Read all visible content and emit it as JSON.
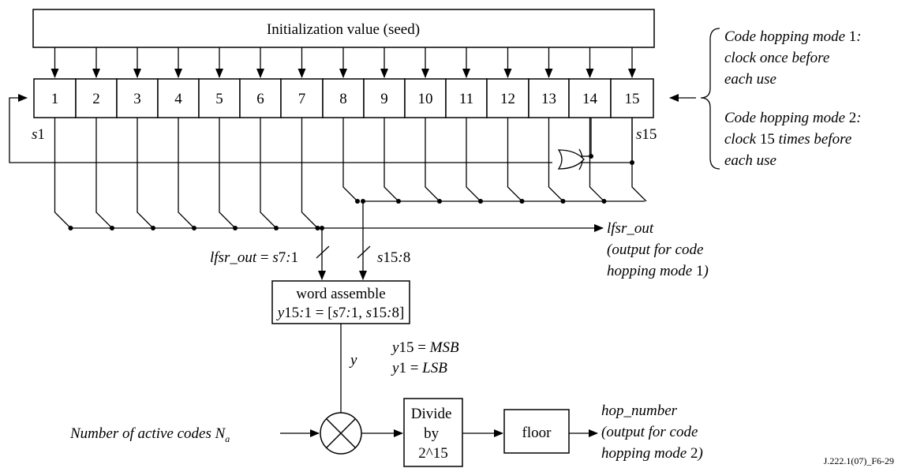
{
  "seed_label": "Initialization value (seed)",
  "cells": [
    "1",
    "2",
    "3",
    "4",
    "5",
    "6",
    "7",
    "8",
    "9",
    "10",
    "11",
    "12",
    "13",
    "14",
    "15"
  ],
  "s1": {
    "base": "s",
    "num": "1"
  },
  "s15": {
    "base": "s",
    "num": "15"
  },
  "mode1": {
    "l1a": "Code hopping mode ",
    "l1b": "1",
    "l1c": ":",
    "l2": "clock once before",
    "l3": "each use"
  },
  "mode2": {
    "l1a": "Code hopping mode ",
    "l1b": "2",
    "l1c": ":",
    "l2a": "clock ",
    "l2b": "15",
    "l2c": " times before",
    "l3": "each use"
  },
  "lfsr_out": {
    "l1": "lfsr_out",
    "l2": "(output for code",
    "l3a": "hopping mode ",
    "l3b": "1",
    "l3c": ")"
  },
  "eq_left": {
    "a": "lfsr_out",
    "b": " = ",
    "c": "s",
    "d": "7",
    "e": ":",
    "f": "1"
  },
  "eq_right": {
    "a": "s",
    "b": "15",
    "c": ":",
    "d": "8"
  },
  "word": {
    "l1": "word assemble",
    "a": "y",
    "b": "15",
    "c": ":",
    "d": "1 = [",
    "e": "s",
    "f": "7",
    "g": ":",
    "h": "1, ",
    "i": "s",
    "j": "15",
    "k": ":",
    "l": "8]"
  },
  "y_label": "y",
  "msb": {
    "a": "y",
    "b": "15 = ",
    "c": "MSB"
  },
  "lsb": {
    "a": "y",
    "b": "1 = ",
    "c": "LSB"
  },
  "na": {
    "a": "Number of active codes N",
    "b": "a"
  },
  "divide": {
    "l1": "Divide",
    "l2": "by",
    "l3": "2^15"
  },
  "floor_label": "floor",
  "hop": {
    "l1": "hop_number",
    "l2": "(output for code",
    "l3a": "hopping mode ",
    "l3b": "2",
    "l3c": ")"
  },
  "figure_id": "J.222.1(07)_F6-29"
}
